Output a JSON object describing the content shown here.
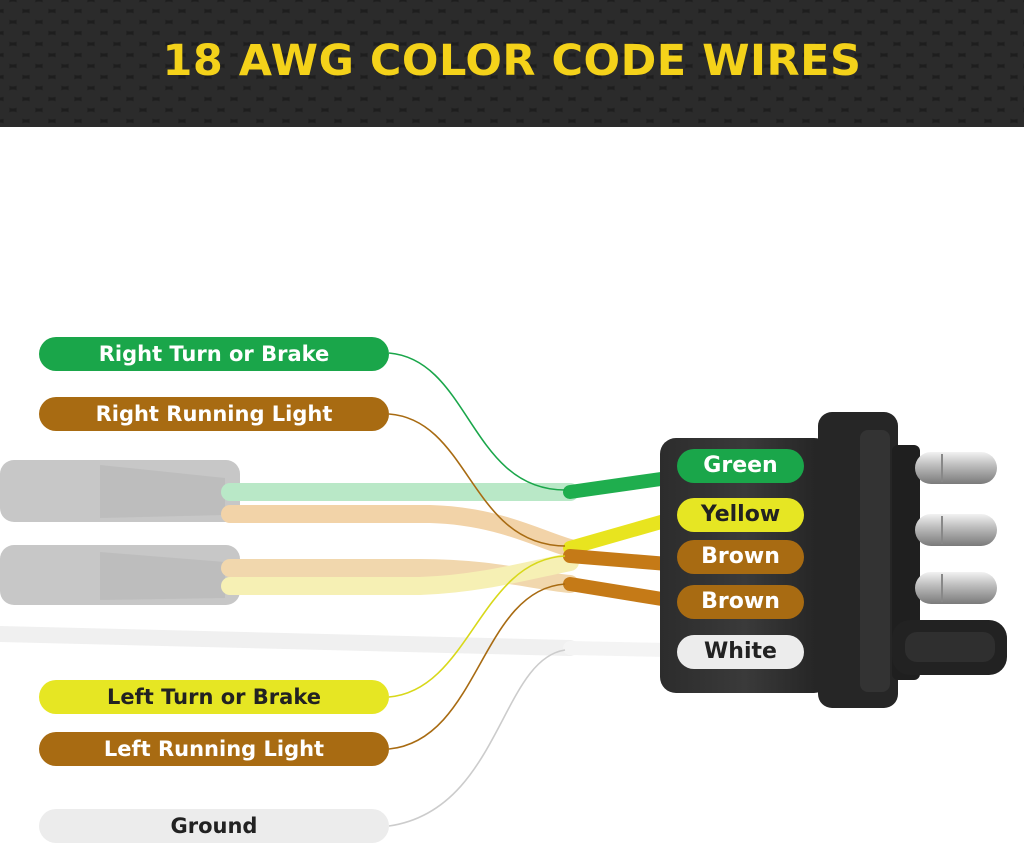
{
  "title": "18 AWG COLOR CODE WIRES",
  "functions": [
    {
      "label": "Right Turn or Brake",
      "color": "#1aa64a",
      "text_color": "#ffffff"
    },
    {
      "label": "Right Running Light",
      "color": "#a86b12",
      "text_color": "#ffffff"
    },
    {
      "label": "Left Turn or Brake",
      "color": "#e6e623",
      "text_color": "#222222"
    },
    {
      "label": "Left Running Light",
      "color": "#a86b12",
      "text_color": "#ffffff"
    },
    {
      "label": "Ground",
      "color": "#ececec",
      "text_color": "#222222"
    }
  ],
  "wire_colors": [
    {
      "label": "Green",
      "color": "#1aa64a",
      "text_color": "#ffffff"
    },
    {
      "label": "Yellow",
      "color": "#e6e623",
      "text_color": "#222222"
    },
    {
      "label": "Brown",
      "color": "#a86b12",
      "text_color": "#ffffff"
    },
    {
      "label": "Brown",
      "color": "#a86b12",
      "text_color": "#ffffff"
    },
    {
      "label": "White",
      "color": "#ececec",
      "text_color": "#222222"
    }
  ]
}
